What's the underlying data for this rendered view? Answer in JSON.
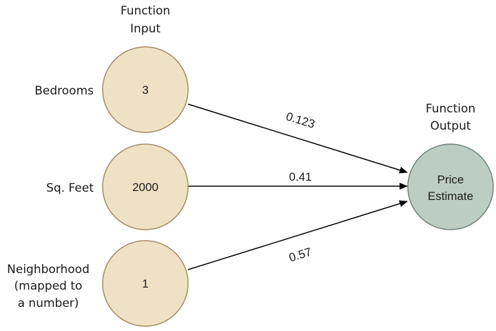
{
  "headings": {
    "input": [
      "Function",
      "Input"
    ],
    "output": [
      "Function",
      "Output"
    ]
  },
  "inputs": [
    {
      "label": [
        "Bedrooms"
      ],
      "value": "3",
      "weight": "0.123"
    },
    {
      "label": [
        "Sq. Feet"
      ],
      "value": "2000",
      "weight": "0.41"
    },
    {
      "label": [
        "Neighborhood",
        "(mapped to",
        "a number)"
      ],
      "value": "1",
      "weight": "0.57"
    }
  ],
  "output": {
    "label": [
      "Price",
      "Estimate"
    ]
  },
  "colors": {
    "input_fill": "#efe1c4",
    "input_stroke": "#a38b67",
    "output_fill": "#bccdc4",
    "output_stroke": "#6f827a",
    "edge": "#000000"
  }
}
